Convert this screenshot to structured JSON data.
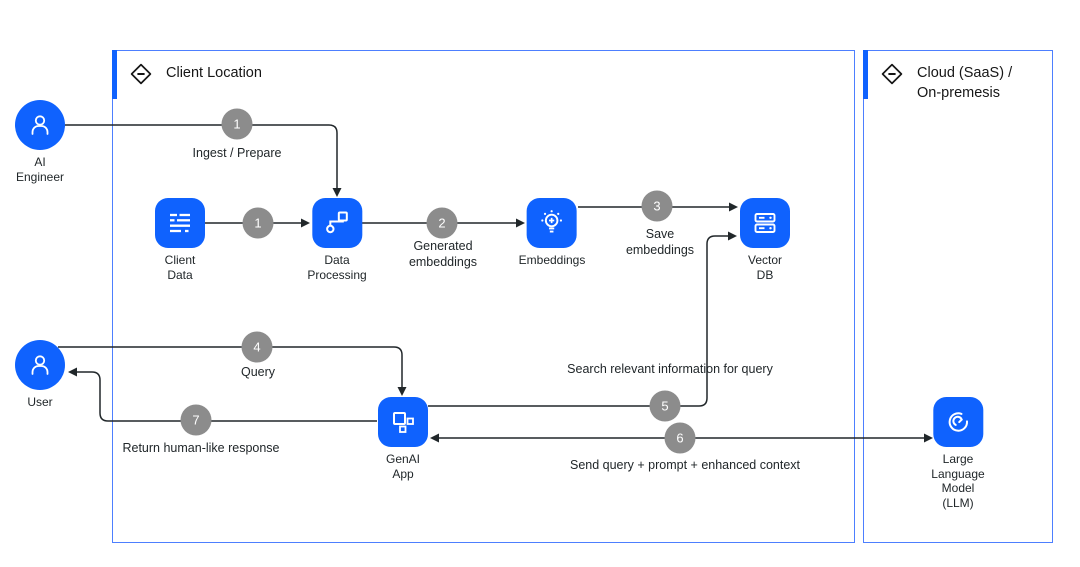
{
  "colors": {
    "node_blue": "#0f62fe",
    "container_border_blue": "#4d7fff",
    "container_bar_blue": "#0f62fe",
    "badge_gray": "#8c8c8c",
    "line_dark": "#21272a",
    "icon_white": "#ffffff"
  },
  "containers": {
    "client": {
      "title": "Client Location"
    },
    "cloud": {
      "title": "Cloud (SaaS) /\nOn-premesis"
    }
  },
  "nodes": {
    "ai_engineer": {
      "label": "AI\nEngineer"
    },
    "client_data": {
      "label": "Client\nData"
    },
    "data_processing": {
      "label": "Data\nProcessing"
    },
    "embeddings": {
      "label": "Embeddings"
    },
    "vector_db": {
      "label": "Vector\nDB"
    },
    "user": {
      "label": "User"
    },
    "genai_app": {
      "label": "GenAI\nApp"
    },
    "llm": {
      "label": "Large\nLanguage\nModel\n(LLM)"
    }
  },
  "steps": {
    "s1a": {
      "num": "1",
      "label": "Ingest / Prepare"
    },
    "s1b": {
      "num": "1",
      "label": ""
    },
    "s2": {
      "num": "2",
      "label": "Generated\nembeddings"
    },
    "s3": {
      "num": "3",
      "label": "Save\nembeddings"
    },
    "s4": {
      "num": "4",
      "label": "Query"
    },
    "s5": {
      "num": "5",
      "label": "Search relevant information for query"
    },
    "s6": {
      "num": "6",
      "label": "Send query + prompt + enhanced context"
    },
    "s7": {
      "num": "7",
      "label": "Return human-like response"
    }
  }
}
